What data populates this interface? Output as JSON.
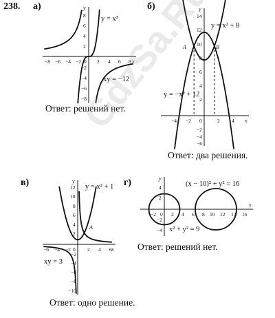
{
  "problem_number": "238.",
  "watermark": "GdzSa.Ru",
  "parts": [
    {
      "label": "а)",
      "answer": "Ответ: решений нет.",
      "x_ticks": [
        "−8",
        "−6",
        "−4",
        "−2",
        "0",
        "2",
        "4",
        "6",
        "8"
      ],
      "y_ticks": [
        "8",
        "6",
        "4",
        "2",
        "−2",
        "−4",
        "−6",
        "−8"
      ],
      "equations": [
        "y = x³",
        "xy = −12"
      ]
    },
    {
      "label": "б)",
      "answer": "Ответ: два решения.",
      "x_ticks": [
        "−4",
        "−2",
        "0",
        "2",
        "4"
      ],
      "y_ticks": [
        "14",
        "12",
        "10",
        "8",
        "6",
        "4",
        "2",
        "−2",
        "−4",
        "−6"
      ],
      "equations": [
        "y = x² + 8",
        "y = −x² + 12"
      ],
      "points": [
        "A",
        "B"
      ]
    },
    {
      "label": "в)",
      "answer": "Ответ: одно решение.",
      "x_ticks": [
        "−6",
        "−4",
        "−2",
        "0",
        "2",
        "4",
        "6"
      ],
      "y_ticks": [
        "12",
        "10",
        "8",
        "6",
        "4",
        "2",
        "−2",
        "−4",
        "−6",
        "−8",
        "−10"
      ],
      "equations": [
        "y = x² + 1",
        "xy = 3"
      ],
      "points": [
        "A"
      ]
    },
    {
      "label": "г)",
      "answer": "Ответ: решений нет.",
      "x_ticks": [
        "−2",
        "0",
        "2",
        "4",
        "6",
        "8",
        "10",
        "12",
        "14",
        "16"
      ],
      "y_ticks": [
        "4",
        "2",
        "−2",
        "−4"
      ],
      "equations": [
        "(x − 10)² + y² = 16",
        "x² + y² = 9"
      ]
    }
  ],
  "axis_names": {
    "x": "x",
    "y": "y"
  }
}
